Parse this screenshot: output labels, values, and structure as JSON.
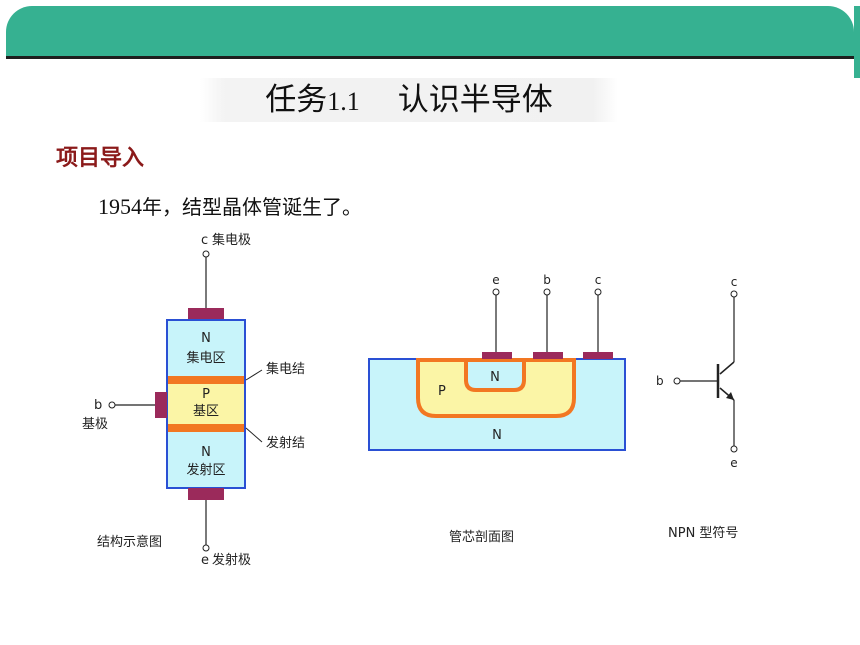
{
  "header": {
    "accent": "#36b191"
  },
  "title": {
    "prefix": "任务",
    "number": "1.1",
    "text": "认识半导体"
  },
  "section_heading": "项目导入",
  "intro": {
    "year": "1954",
    "text": "年，结型晶体管诞生了。"
  },
  "figure1": {
    "collector_terminal": "c",
    "collector_label": "集电极",
    "n_top": "N",
    "collector_region": "集电区",
    "collector_junction": "集电结",
    "p_mid": "P",
    "base_region": "基区",
    "base_terminal": "b",
    "base_label": "基极",
    "emitter_junction": "发射结",
    "n_bottom": "N",
    "emitter_region": "发射区",
    "emitter_terminal": "e",
    "emitter_label": "发射极",
    "caption": "结构示意图"
  },
  "figure2": {
    "terminal_e": "e",
    "terminal_b": "b",
    "terminal_c": "c",
    "p_label": "P",
    "n_inner": "N",
    "n_substrate": "N",
    "caption": "管芯剖面图"
  },
  "figure3": {
    "terminal_c": "c",
    "terminal_b": "b",
    "terminal_e": "e",
    "caption": "NPN 型符号"
  },
  "colors": {
    "n_region": "#c8f4fa",
    "p_region": "#fbf5a6",
    "junction": "#f27722",
    "contact": "#9b2a5b",
    "outline": "#2a50d4"
  }
}
